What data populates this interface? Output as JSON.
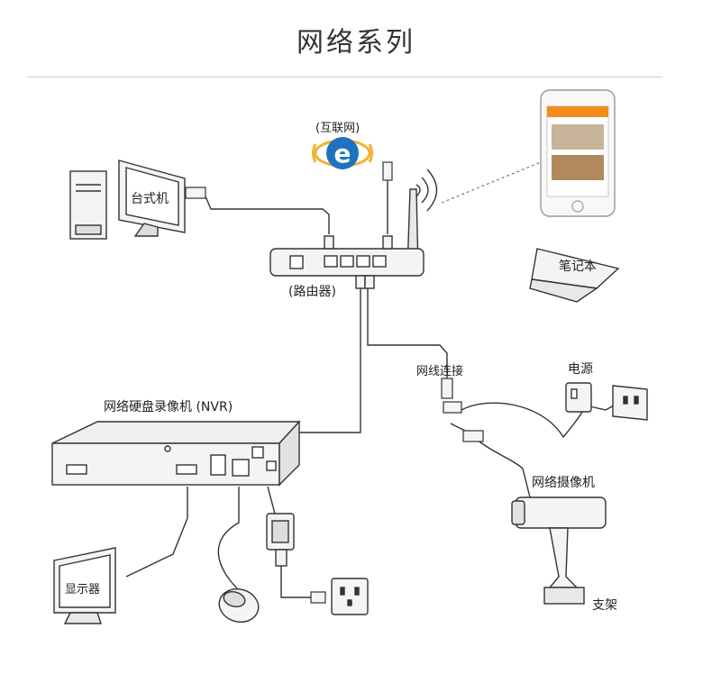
{
  "title": "网络系列",
  "labels": {
    "internet": "(互联网)",
    "desktop": "台式机",
    "router": "(路由器)",
    "laptop": "笔记本",
    "network_connection": "网线连接",
    "power": "电源",
    "nvr": "网络硬盘录像机 (NVR)",
    "ip_camera": "网络摄像机",
    "monitor": "显示器",
    "bracket": "支架"
  },
  "colors": {
    "line": "#333333",
    "device_fill": "#f4f4f4",
    "ie_blue": "#1e73be",
    "ie_ring": "#f2b233",
    "app_orange": "#f28c1e",
    "phone_frame": "#dddddd"
  },
  "icons": [
    "internet-explorer-icon",
    "wifi-signal-icon",
    "desktop-tower-icon",
    "monitor-icon",
    "router-icon",
    "smartphone-icon",
    "laptop-icon",
    "power-adapter-icon",
    "wall-socket-icon",
    "nvr-recorder-icon",
    "computer-mouse-icon",
    "bullet-camera-icon"
  ]
}
